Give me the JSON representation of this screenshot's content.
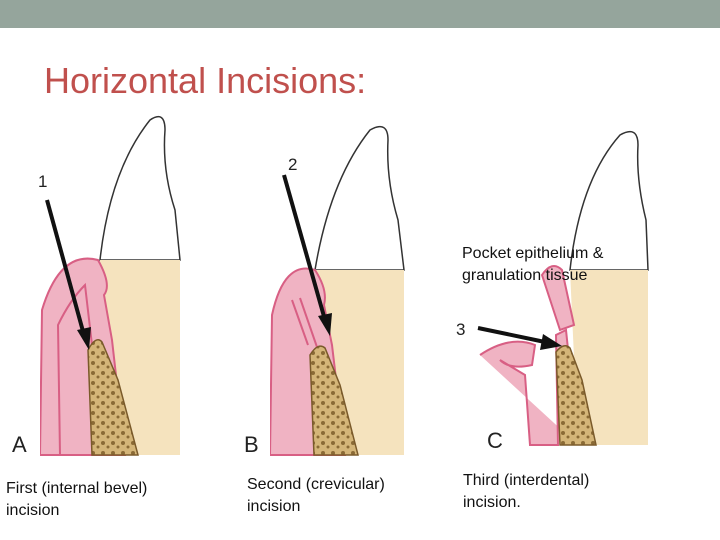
{
  "slide": {
    "title": "Horizontal Incisions:"
  },
  "panels": [
    {
      "letter": "A",
      "step_number": "1",
      "caption": "First (internal bevel) incision"
    },
    {
      "letter": "B",
      "step_number": "2",
      "caption": "Second (crevicular) incision"
    },
    {
      "letter": "C",
      "step_number": "3",
      "caption": "Third (interdental) incision.",
      "annotation_line1": "Pocket epithelium &",
      "annotation_line2": "granulation tissue"
    }
  ],
  "colors": {
    "title": "#c0504d",
    "header_bar": "#95a59c",
    "gingiva": "#f0b3c3",
    "gingiva_dark": "#d85f84",
    "bone": "#c9a968",
    "enamel": "#ffffff",
    "root": "#f3dfb6",
    "arrow": "#111111"
  }
}
